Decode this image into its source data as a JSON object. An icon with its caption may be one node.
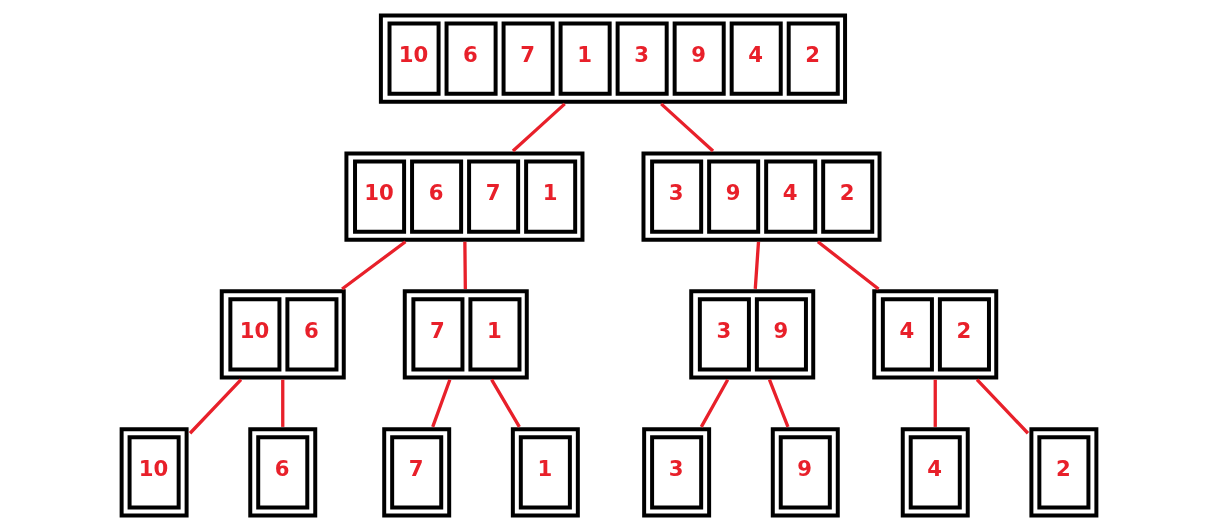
{
  "diagram": {
    "nodes": [
      {
        "text": [
          "10",
          "6",
          "7",
          "1",
          "3",
          "9",
          "4",
          "2"
        ]
      },
      {
        "text": [
          "10",
          "6",
          "7",
          "1"
        ]
      },
      {
        "text": [
          "3",
          "9",
          "4",
          "2"
        ]
      },
      {
        "text": [
          "10",
          "6"
        ]
      },
      {
        "text": [
          "7",
          "1"
        ]
      },
      {
        "text": [
          "3",
          "9"
        ]
      },
      {
        "text": [
          "4",
          "2"
        ]
      },
      {
        "text": [
          "10"
        ]
      },
      {
        "text": [
          "6"
        ]
      },
      {
        "text": [
          "7"
        ]
      },
      {
        "text": [
          "1"
        ]
      },
      {
        "text": [
          "3"
        ]
      },
      {
        "text": [
          "9"
        ]
      },
      {
        "text": [
          "4"
        ]
      },
      {
        "text": [
          "2"
        ]
      }
    ],
    "edges": [
      {
        "from": 0,
        "to": 1,
        "arrow": "none"
      },
      {
        "from": 0,
        "to": 2,
        "arrow": "none"
      },
      {
        "from": 1,
        "to": 3,
        "arrow": "none"
      },
      {
        "from": 1,
        "to": 4,
        "arrow": "none"
      },
      {
        "from": 2,
        "to": 5,
        "arrow": "none"
      },
      {
        "from": 2,
        "to": 6,
        "arrow": "none"
      },
      {
        "from": 3,
        "to": 7,
        "arrow": "none"
      },
      {
        "from": 3,
        "to": 8,
        "arrow": "none"
      },
      {
        "from": 4,
        "to": 9,
        "arrow": "none"
      },
      {
        "from": 4,
        "to": 10,
        "arrow": "none"
      },
      {
        "from": 5,
        "to": 11,
        "arrow": "none"
      },
      {
        "from": 5,
        "to": 12,
        "arrow": "none"
      },
      {
        "from": 6,
        "to": 13,
        "arrow": "none"
      },
      {
        "from": 6,
        "to": 14,
        "arrow": "none"
      }
    ]
  }
}
